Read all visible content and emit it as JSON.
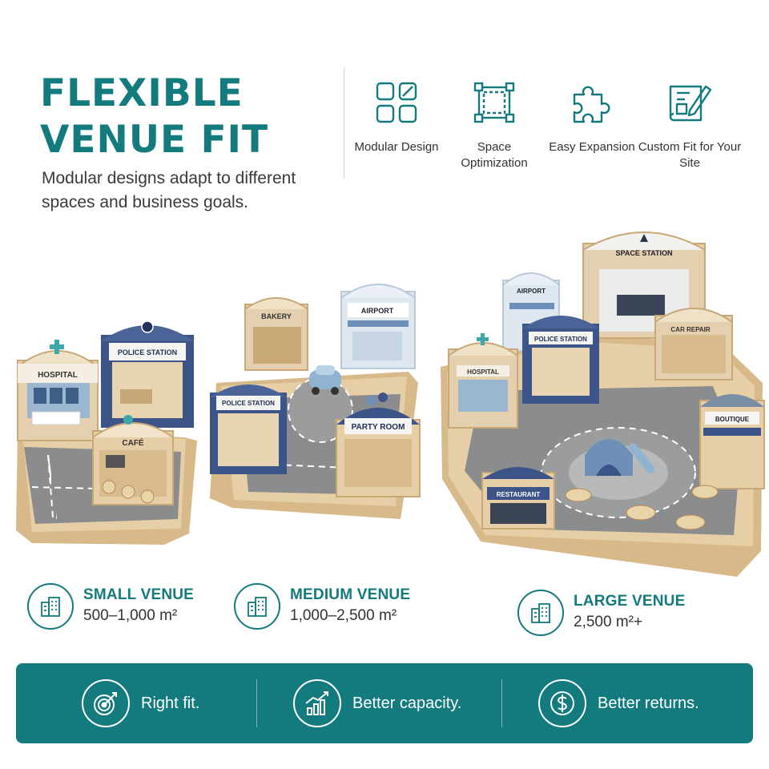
{
  "header": {
    "title_line1": "FLEXIBLE",
    "title_line2": "VENUE FIT",
    "subtitle": "Modular designs adapt to different spaces and business goals."
  },
  "features": [
    {
      "label": "Modular Design",
      "icon": "modular-grid-icon"
    },
    {
      "label": "Space Optimization",
      "icon": "space-frame-icon"
    },
    {
      "label": "Easy Expansion",
      "icon": "puzzle-piece-icon"
    },
    {
      "label": "Custom Fit for Your Site",
      "icon": "blueprint-pencil-icon"
    }
  ],
  "scene": {
    "small": {
      "hospital": "HOSPITAL",
      "police": "POLICE STATION",
      "cafe": "CAFÉ"
    },
    "medium": {
      "bakery": "BAKERY",
      "airport": "AIRPORT",
      "police": "POLICE STATION",
      "party": "PARTY ROOM"
    },
    "large": {
      "space": "SPACE STATION",
      "airport": "AIRPORT",
      "police": "POLICE STATION",
      "hospital": "HOSPITAL",
      "car": "CAR REPAIR",
      "boutique": "BOUTIQUE",
      "restaurant": "RESTAURANT"
    }
  },
  "venues": [
    {
      "name": "SMALL VENUE",
      "area": "500–1,000 m²",
      "icon": "buildings-icon"
    },
    {
      "name": "MEDIUM VENUE",
      "area": "1,000–2,500 m²",
      "icon": "buildings-icon"
    },
    {
      "name": "LARGE VENUE",
      "area": "2,500 m²+",
      "icon": "buildings-icon"
    }
  ],
  "banner": [
    {
      "label": "Right fit.",
      "icon": "target-arrow-icon"
    },
    {
      "label": "Better capacity.",
      "icon": "growth-chart-icon"
    },
    {
      "label": "Better returns.",
      "icon": "dollar-coin-icon"
    }
  ],
  "colors": {
    "brand_teal": "#137a7d",
    "navy": "#3c5488",
    "wood": "#e2c694",
    "road": "#8a8c8e"
  }
}
